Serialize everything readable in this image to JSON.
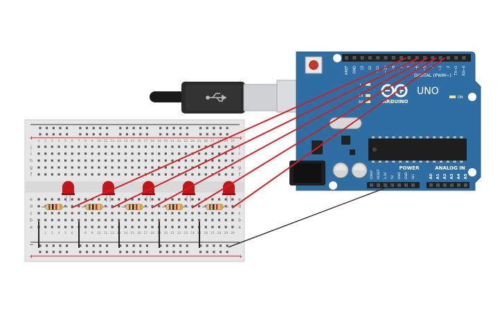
{
  "arduino": {
    "brand": "ARDUINO",
    "model": "UNO",
    "header_top_labels": [
      "AREF",
      "GND",
      "13",
      "12",
      "~11",
      "~10",
      "~9",
      "8",
      "7",
      "~6",
      "~5",
      "4",
      "~3",
      "2",
      "TX→1",
      "RX←0"
    ],
    "digital_label": "DIGITAL (PWM~)",
    "tx_label": "TX",
    "rx_label": "RX",
    "l_label": "L",
    "on_label": "ON",
    "power_label": "POWER",
    "analog_label": "ANALOG IN",
    "power_pins": [
      "IOREF",
      "RESET",
      "3.3V",
      "5V",
      "GND",
      "GND",
      "Vin"
    ],
    "analog_pins": [
      "A0",
      "A1",
      "A2",
      "A3",
      "A4",
      "A5"
    ],
    "board_color": "#2f6ea3",
    "header_color": "#222222"
  },
  "breadboard": {
    "row_letters_top": [
      "j",
      "i",
      "h",
      "g",
      "f"
    ],
    "row_letters_bottom": [
      "e",
      "d",
      "c",
      "b",
      "a"
    ],
    "column_numbers": [
      "1",
      "2",
      "3",
      "4",
      "5",
      "6",
      "7",
      "8",
      "9",
      "10",
      "11",
      "12",
      "13",
      "14",
      "15",
      "16",
      "17",
      "18",
      "19",
      "20",
      "21",
      "22",
      "23",
      "24",
      "25",
      "26",
      "27",
      "28",
      "29",
      "30"
    ],
    "rail_plus": "+",
    "rail_minus": "−"
  },
  "components": {
    "led_count": 5,
    "resistor_count": 5,
    "led_color": "#c0161a",
    "wire_signal_color": "#d11f26",
    "wire_ground_color": "#333333"
  }
}
